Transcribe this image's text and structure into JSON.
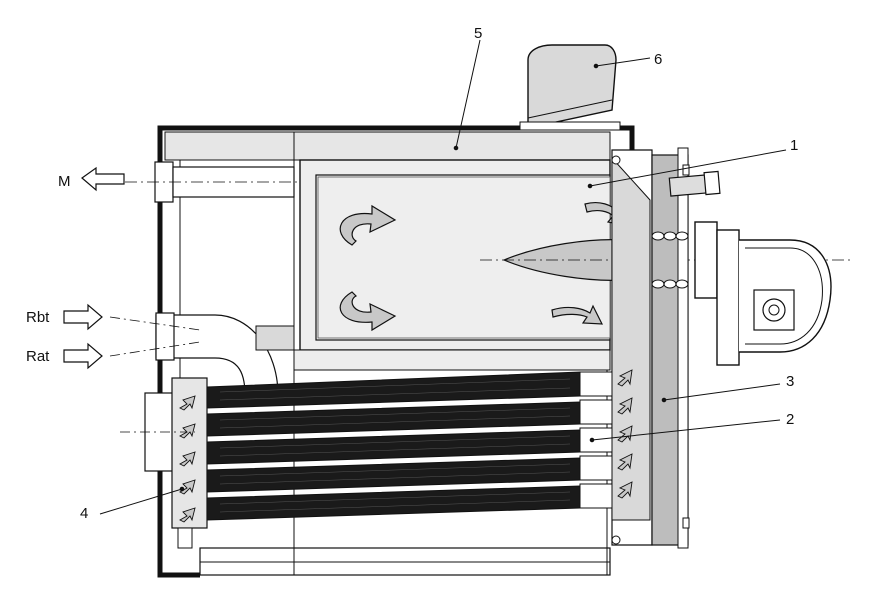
{
  "callouts": {
    "c1": "1",
    "c2": "2",
    "c3": "3",
    "c4": "4",
    "c5": "5",
    "c6": "6"
  },
  "connections": {
    "flow": "M",
    "return_high": "Rbt",
    "return_low": "Rat"
  },
  "colors": {
    "line": "#111111",
    "fill_light": "#eeeeee",
    "fill_mid": "#d9d9d9",
    "fill_dark": "#bdbdbd",
    "tube": "#1a1a1a"
  }
}
